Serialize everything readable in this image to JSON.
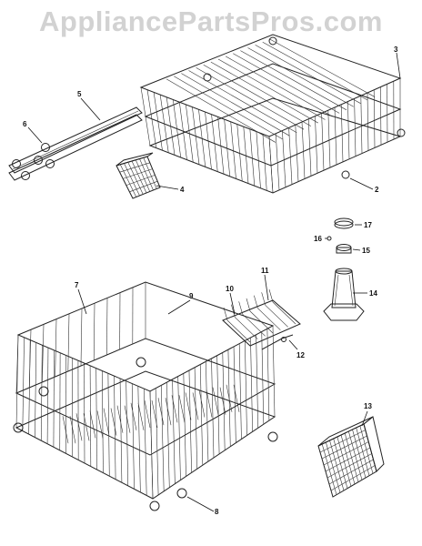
{
  "watermark": {
    "text": "AppliancePartsPros.com"
  },
  "callouts": [
    {
      "id": "3",
      "text": "3"
    },
    {
      "id": "5",
      "text": "5"
    },
    {
      "id": "6",
      "text": "6"
    },
    {
      "id": "4",
      "text": "4"
    },
    {
      "id": "2",
      "text": "2"
    },
    {
      "id": "17",
      "text": "17"
    },
    {
      "id": "16",
      "text": "16"
    },
    {
      "id": "15",
      "text": "15"
    },
    {
      "id": "14",
      "text": "14"
    },
    {
      "id": "11",
      "text": "11"
    },
    {
      "id": "10",
      "text": "10"
    },
    {
      "id": "12",
      "text": "12"
    },
    {
      "id": "7",
      "text": "7"
    },
    {
      "id": "9",
      "text": "9"
    },
    {
      "id": "13",
      "text": "13"
    },
    {
      "id": "8",
      "text": "8"
    }
  ],
  "colors": {
    "line": "#222222",
    "watermark": "#d2d2d2",
    "background": "#ffffff"
  }
}
